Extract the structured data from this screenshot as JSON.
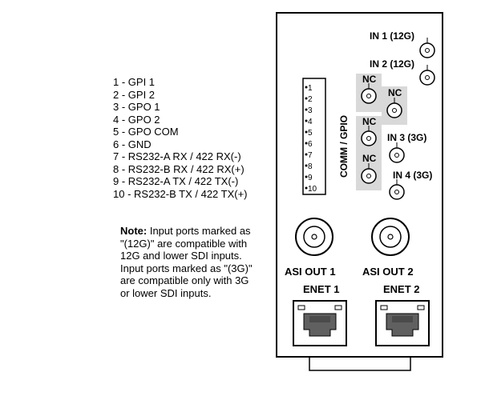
{
  "pin_list": [
    "1 - GPI 1",
    "2 - GPI 2",
    "3 - GPO 1",
    "4 - GPO 2",
    "5 - GPO COM",
    "6 - GND",
    "7 - RS232-A RX / 422 RX(-)",
    "8 - RS232-B RX / 422 RX(+)",
    "9 - RS232-A TX / 422 TX(-)",
    "10 - RS232-B TX / 422 TX(+)"
  ],
  "note": {
    "label": "Note:",
    "lines": [
      " Input ports marked as",
      "\"(12G)\" are compatible with",
      "12G and lower SDI inputs.",
      "Input ports marked as \"(3G)\"",
      "are compatible only with 3G",
      "or lower SDI inputs."
    ]
  },
  "panel": {
    "comm_gpio_label": "COMM / GPIO",
    "terminal_pins": [
      "1",
      "2",
      "3",
      "4",
      "5",
      "6",
      "7",
      "8",
      "9",
      "10"
    ],
    "inputs": [
      {
        "label": "IN 1 (12G)"
      },
      {
        "label": "IN 2 (12G)"
      },
      {
        "label": "IN 3 (3G)"
      },
      {
        "label": "IN 4 (3G)"
      }
    ],
    "nc_label": "NC",
    "asi_out_1": "ASI OUT 1",
    "asi_out_2": "ASI OUT 2",
    "enet_1": "ENET 1",
    "enet_2": "ENET 2"
  }
}
